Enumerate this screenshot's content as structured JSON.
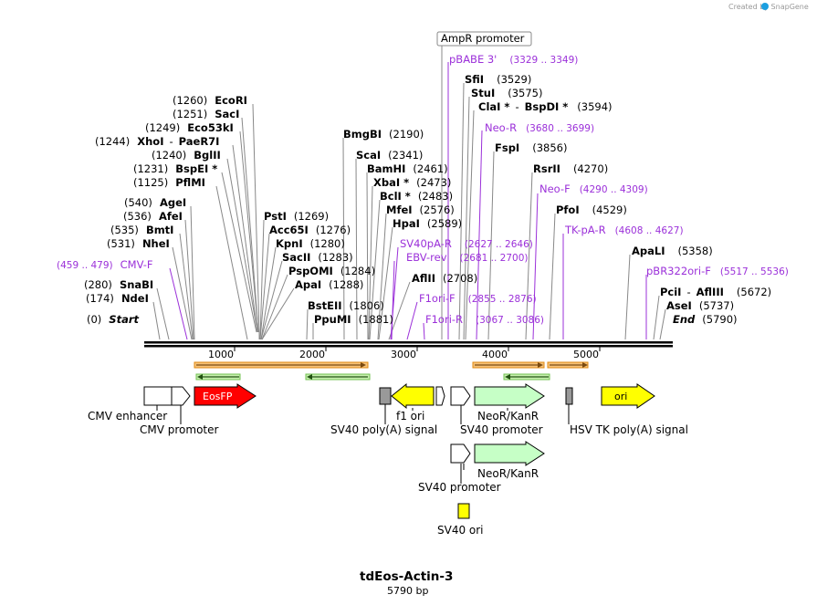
{
  "credit": "Created by SnapGene",
  "title": "tdEos-Actin-3",
  "length_label": "5790 bp",
  "sequence": {
    "start_label": "Start",
    "end_label": "End"
  },
  "ruler_ticks": [
    "1000",
    "2000",
    "3000",
    "4000",
    "5000"
  ],
  "sites": [
    {
      "name": "EcoRI",
      "pos": "(1260)"
    },
    {
      "name": "SacI",
      "pos": "(1251)"
    },
    {
      "name": "Eco53kI",
      "pos": "(1249)"
    },
    {
      "name": "XhoI",
      "pos": "(1244)",
      "name2": "PaeR7I"
    },
    {
      "name": "BglII",
      "pos": "(1240)"
    },
    {
      "name": "BspEI *",
      "pos": "(1231)"
    },
    {
      "name": "PflMI",
      "pos": "(1125)"
    },
    {
      "name": "AgeI",
      "pos": "(540)"
    },
    {
      "name": "AfeI",
      "pos": "(536)"
    },
    {
      "name": "BmtI",
      "pos": "(535)"
    },
    {
      "name": "NheI",
      "pos": "(531)"
    },
    {
      "name": "SnaBI",
      "pos": "(280)"
    },
    {
      "name": "NdeI",
      "pos": "(174)"
    },
    {
      "name": "PstI",
      "pos": "(1269)"
    },
    {
      "name": "Acc65I",
      "pos": "(1276)"
    },
    {
      "name": "KpnI",
      "pos": "(1280)"
    },
    {
      "name": "SacII",
      "pos": "(1283)"
    },
    {
      "name": "PspOMI",
      "pos": "(1284)"
    },
    {
      "name": "ApaI",
      "pos": "(1288)"
    },
    {
      "name": "BstEII",
      "pos": "(1806)"
    },
    {
      "name": "PpuMI",
      "pos": "(1881)"
    },
    {
      "name": "BmgBI",
      "pos": "(2190)"
    },
    {
      "name": "ScaI",
      "pos": "(2341)"
    },
    {
      "name": "BamHI",
      "pos": "(2461)"
    },
    {
      "name": "XbaI *",
      "pos": "(2473)"
    },
    {
      "name": "BclI *",
      "pos": "(2483)"
    },
    {
      "name": "MfeI",
      "pos": "(2576)"
    },
    {
      "name": "HpaI",
      "pos": "(2589)"
    },
    {
      "name": "AflII",
      "pos": "(2708)"
    },
    {
      "name": "SfiI",
      "pos": "(3529)"
    },
    {
      "name": "StuI",
      "pos": "(3575)"
    },
    {
      "name": "ClaI *",
      "pos": "(3594)",
      "name2": "BspDI *"
    },
    {
      "name": "FspI",
      "pos": "(3856)"
    },
    {
      "name": "RsrII",
      "pos": "(4270)"
    },
    {
      "name": "PfoI",
      "pos": "(4529)"
    },
    {
      "name": "ApaLI",
      "pos": "(5358)"
    },
    {
      "name": "PciI",
      "pos": "(5672)",
      "name2": "AflIII"
    },
    {
      "name": "AseI",
      "pos": "(5737)"
    }
  ],
  "primers": [
    {
      "name": "pBABE 3'",
      "range": "(3329 .. 3349)"
    },
    {
      "name": "Neo-R",
      "range": "(3680 .. 3699)"
    },
    {
      "name": "Neo-F",
      "range": "(4290 .. 4309)"
    },
    {
      "name": "TK-pA-R",
      "range": "(4608 .. 4627)"
    },
    {
      "name": "pBR322ori-F",
      "range": "(5517 .. 5536)"
    },
    {
      "name": "CMV-F",
      "range": "(459 .. 479)"
    },
    {
      "name": "SV40pA-R",
      "range": "(2627 .. 2646)"
    },
    {
      "name": "EBV-rev",
      "range": "(2681 .. 2700)"
    },
    {
      "name": "F1ori-F",
      "range": "(2855 .. 2876)"
    },
    {
      "name": "F1ori-R",
      "range": "(3067 .. 3086)"
    }
  ],
  "features": {
    "ampr_promoter": "AmpR promoter",
    "cmv_enhancer": "CMV enhancer",
    "cmv_promoter": "CMV promoter",
    "eosfp": "EosFP",
    "sv40_polya": "SV40 poly(A) signal",
    "f1_ori": "f1 ori",
    "sv40_promoter": "SV40 promoter",
    "neor": "NeoR/KanR",
    "hsv_tk_polya": "HSV TK poly(A) signal",
    "ori": "ori",
    "sv40_promoter_2": "SV40 promoter",
    "neor_2": "NeoR/KanR",
    "sv40_ori": "SV40 ori"
  },
  "colors": {
    "eosfp": "#ff0000",
    "f1_ori": "#ffff00",
    "neor": "#c6ffc6",
    "ori": "#ffff00",
    "primer": "#9b30d9",
    "orf_orange": "#f0a020",
    "orf_green": "#40b030"
  }
}
